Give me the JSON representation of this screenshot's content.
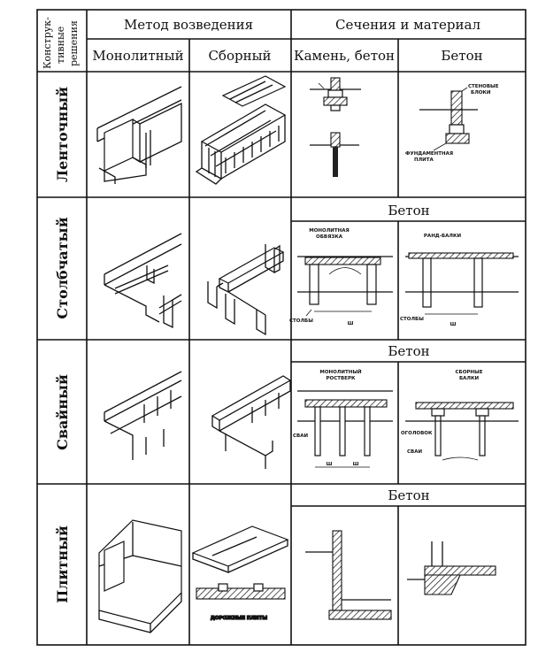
{
  "header": {
    "corner_label_line1": "Конструк-",
    "corner_label_line2": "тивные",
    "corner_label_line3": "решения",
    "method_group": "Метод возведения",
    "section_group": "Сечения и материал",
    "col_monolithic": "Монолитный",
    "col_prefab": "Сборный",
    "col_stone_concrete": "Камень, бетон",
    "col_concrete": "Бетон"
  },
  "rows": [
    {
      "label": "Ленточный",
      "annotations": {
        "wall_blocks_1": "СТЕНОВЫЕ",
        "wall_blocks_2": "БЛОКИ",
        "found_slab_1": "ФУНДАМЕНТНАЯ",
        "found_slab_2": "ПЛИТА"
      }
    },
    {
      "label": "Столбчатый",
      "material_header": "Бетон",
      "annotations": {
        "mono_cladding_1": "МОНОЛИТНАЯ",
        "mono_cladding_2": "ОБВЯЗКА",
        "rand_beams": "РАНД-БАЛКИ",
        "posts_left": "СТОЛБЫ",
        "posts_right": "СТОЛБЫ",
        "dim_left": "Ш",
        "dim_right": "Ш"
      }
    },
    {
      "label": "Свайный",
      "material_header": "Бетон",
      "annotations": {
        "mono_grillage_1": "МОНОЛИТНЫЙ",
        "mono_grillage_2": "РОСТВЕРК",
        "prefab_beams_1": "СБОРНЫЕ",
        "prefab_beams_2": "БАЛКИ",
        "piles_left": "СВАИ",
        "pile_cap": "ОГОЛОВОК",
        "piles_right": "СВАИ",
        "dim_a": "Ш",
        "dim_b": "Ш"
      }
    },
    {
      "label": "Плитный",
      "material_header": "Бетон",
      "annotations": {
        "road_slabs": "ДОРОЖНЫЕ ПЛИТЫ"
      }
    }
  ]
}
